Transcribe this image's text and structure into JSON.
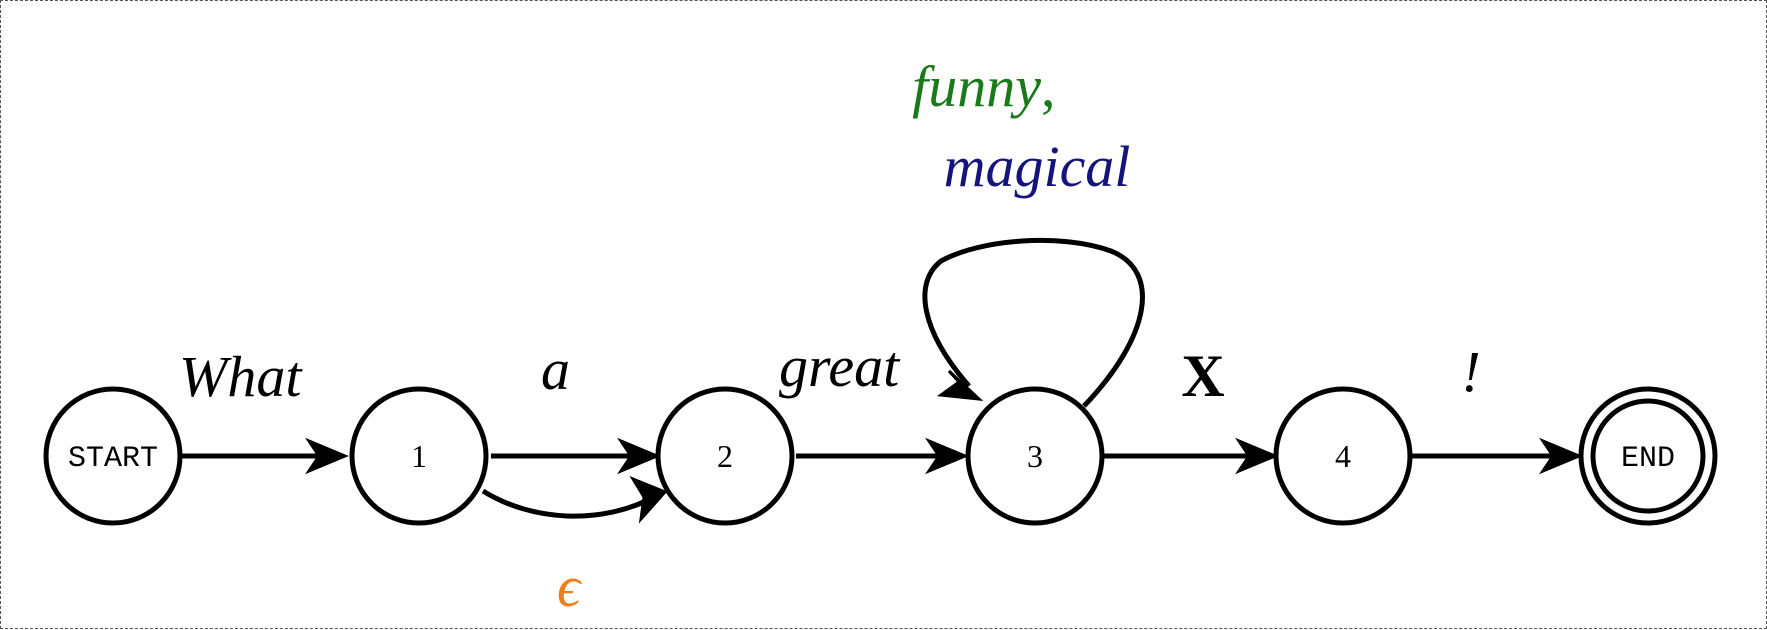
{
  "nodes": {
    "start": "START",
    "n1": "1",
    "n2": "2",
    "n3": "3",
    "n4": "4",
    "end": "END"
  },
  "edges": {
    "start_to_1": "What",
    "n1_to_2": "a",
    "n1_to_2_epsilon": "ϵ",
    "n2_to_3": "great",
    "loop_line1_word": "funny",
    "loop_line1_comma": ",",
    "loop_line2": "magical",
    "n3_to_4": "X",
    "n4_to_end": "!"
  },
  "colors": {
    "epsilon": "#ee7f1a",
    "funny": "#1a7a1a",
    "magical": "#14147a",
    "default": "#000000"
  }
}
